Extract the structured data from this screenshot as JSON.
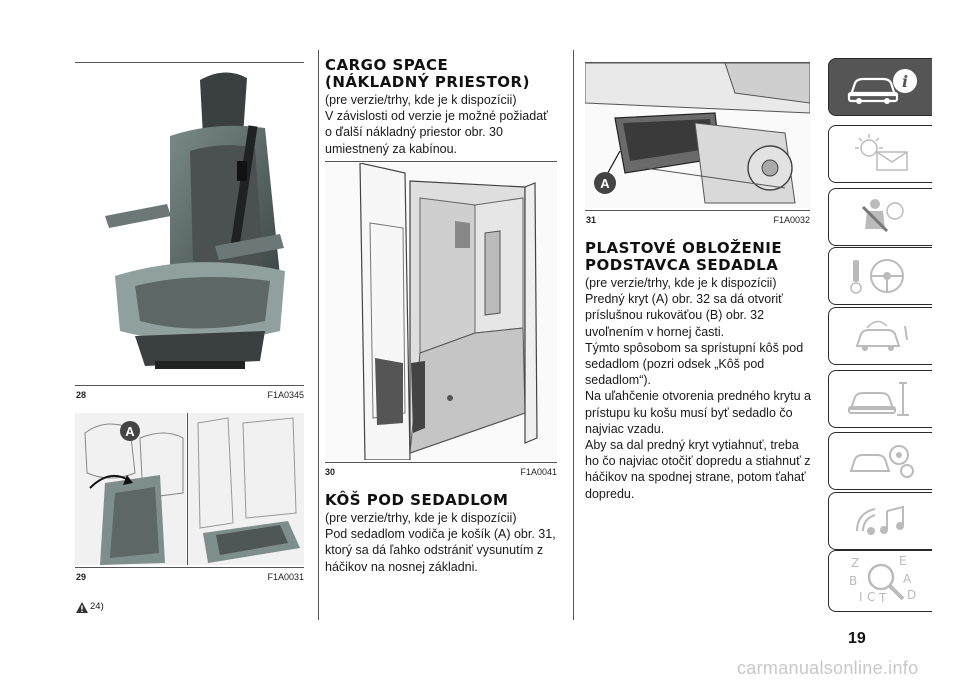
{
  "figures": {
    "fig28": {
      "number": "28",
      "code": "F1A0345"
    },
    "fig29": {
      "number": "29",
      "code": "F1A0031",
      "callout": "A"
    },
    "fig30": {
      "number": "30",
      "code": "F1A0041"
    },
    "fig31": {
      "number": "31",
      "code": "F1A0032",
      "callout": "A"
    }
  },
  "warning_ref": "24)",
  "sections": {
    "cargo": {
      "heading_line1": "CARGO SPACE",
      "heading_line2": "(NÁKLADNÝ PRIESTOR)",
      "paragraphs": [
        "(pre verzie/trhy, kde je k dispozícii)",
        "V závislosti od verzie je možné požiadať o ďalší nákladný priestor obr. 30 umiestnený za kabínou."
      ]
    },
    "kos": {
      "heading": "KÔŠ POD SEDADLOM",
      "paragraphs": [
        "(pre verzie/trhy, kde je k dispozícii)",
        "Pod sedadlom vodiča je košík (A) obr. 31, ktorý sa dá ľahko odstrániť vysunutím z háčikov na nosnej základni."
      ]
    },
    "plastove": {
      "heading_line1": "PLASTOVÉ OBLOŽENIE",
      "heading_line2": "PODSTAVCA SEDADLA",
      "paragraphs": [
        "(pre verzie/trhy, kde je k dispozícii)",
        "Predný kryt (A) obr. 32 sa dá otvoriť príslušnou rukoväťou (B) obr. 32 uvoľnením v hornej časti.",
        "Týmto spôsobom sa sprístupní kôš pod sedadlom (pozri odsek „Kôš pod sedadlom“).",
        "Na uľahčenie otvorenia predného krytu a prístupu ku košu musí byť sedadlo čo najviac vzadu.",
        "Aby sa dal predný kryt vytiahnuť, treba ho čo najviac otočiť dopredu a stiahnuť z háčikov na spodnej strane, potom ťahať dopredu."
      ]
    }
  },
  "sidebar_tabs": [
    {
      "icon": "car-info-icon",
      "active": true
    },
    {
      "icon": "warning-lights-icon",
      "active": false
    },
    {
      "icon": "airbag-seatbelt-icon",
      "active": false
    },
    {
      "icon": "steering-key-icon",
      "active": false
    },
    {
      "icon": "breakdown-icon",
      "active": false
    },
    {
      "icon": "car-maintenance-icon",
      "active": false
    },
    {
      "icon": "car-technical-icon",
      "active": false
    },
    {
      "icon": "multimedia-icon",
      "active": false
    },
    {
      "icon": "alphabetical-index-icon",
      "active": false
    }
  ],
  "index_letters": [
    "Z",
    "E",
    "B",
    "A",
    "I",
    "C",
    "T",
    "D"
  ],
  "page_number": "19",
  "watermark": "carmanualsonline.info"
}
